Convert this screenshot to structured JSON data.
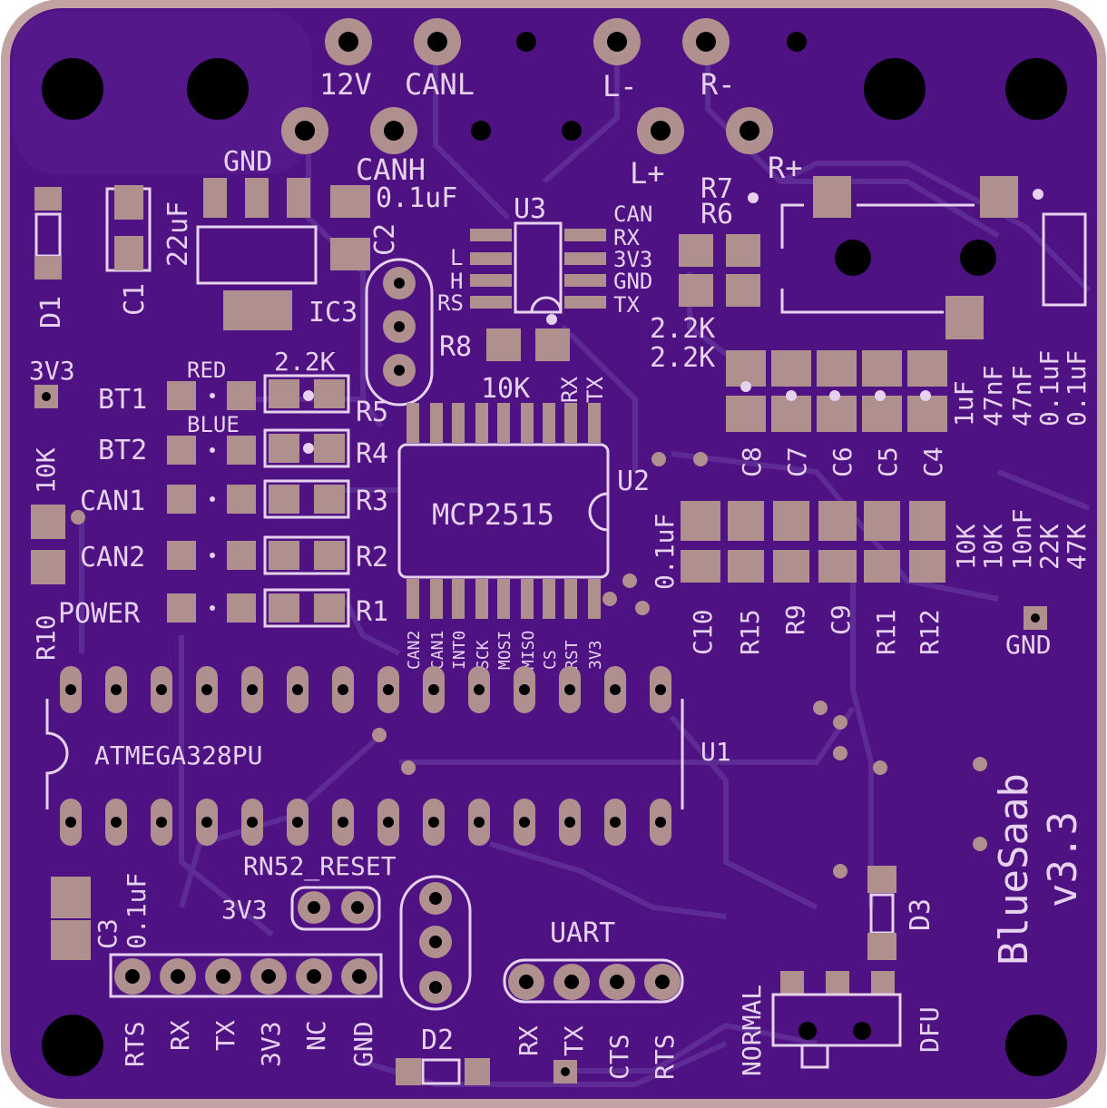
{
  "colors": {
    "board": "#4f1283",
    "edge": "#c2a2a2",
    "silkscreen": "#e6d2ef",
    "pad": "#b08f8f",
    "hole": "#000000",
    "trace": "#5e2a94"
  },
  "connector_labels": {
    "v12": "12V",
    "canl": "CANL",
    "lminus": "L-",
    "rminus": "R-",
    "canh": "CANH",
    "lplus": "L+",
    "rplus": "R+",
    "gnd_top": "GND"
  },
  "components": {
    "d1": "D1",
    "c1": "C1",
    "c1_val": "22uF",
    "c2": "C2",
    "c2_val": "0.1uF",
    "ic3": "IC3",
    "u3": "U3",
    "u3_left": [
      "L",
      "H",
      "RS"
    ],
    "u3_right": [
      "CAN",
      "RX",
      "3V3",
      "GND",
      "TX"
    ],
    "r7": "R7",
    "r6": "R6",
    "r6_val": "2.2K",
    "r7_val": "2.2K",
    "r8": "R8",
    "r8_val": "10K",
    "rx_tx": [
      "RX",
      "TX"
    ],
    "caps_vals": [
      "1uF",
      "47nF",
      "47nF",
      "0.1uF",
      "0.1uF"
    ],
    "caps_names": [
      "C8",
      "C7",
      "C6",
      "C5",
      "C4"
    ],
    "u2": "U2",
    "u2_chip": "MCP2515",
    "u2_val": "0.1uF",
    "u2_pins": [
      "CAN2",
      "CAN1",
      "INT0",
      "SCK",
      "MOSI",
      "MISO",
      "CS",
      "RST",
      "3V3"
    ],
    "row_vals": [
      "10K",
      "10K",
      "10nF",
      "22K",
      "47K"
    ],
    "row_names": [
      "C10",
      "R15",
      "R9",
      "C9",
      "R11",
      "R12"
    ],
    "gnd_right": "GND",
    "v3v3_left": "3V3",
    "red": "RED",
    "blue": "BLUE",
    "r5_val": "2.2K",
    "leds": [
      "BT1",
      "BT2",
      "CAN1",
      "CAN2",
      "POWER"
    ],
    "resistors": [
      "R5",
      "R4",
      "R3",
      "R2",
      "R1"
    ],
    "r10": "R10",
    "r10_val": "10K",
    "u1": "U1",
    "u1_chip": "ATMEGA328PU",
    "c3": "C3",
    "c3_val": "0.1uF",
    "rn52_reset": "RN52_RESET",
    "v3v3_reset": "3V3",
    "header_labels": [
      "RTS",
      "RX",
      "TX",
      "3V3",
      "NC",
      "GND"
    ],
    "d2": "D2",
    "uart": "UART",
    "uart_pins": [
      "RX",
      "TX",
      "CTS",
      "RTS"
    ],
    "normal": "NORMAL",
    "dfu": "DFU",
    "d3": "D3",
    "brand": "BlueSaab",
    "version": "v3.3"
  }
}
